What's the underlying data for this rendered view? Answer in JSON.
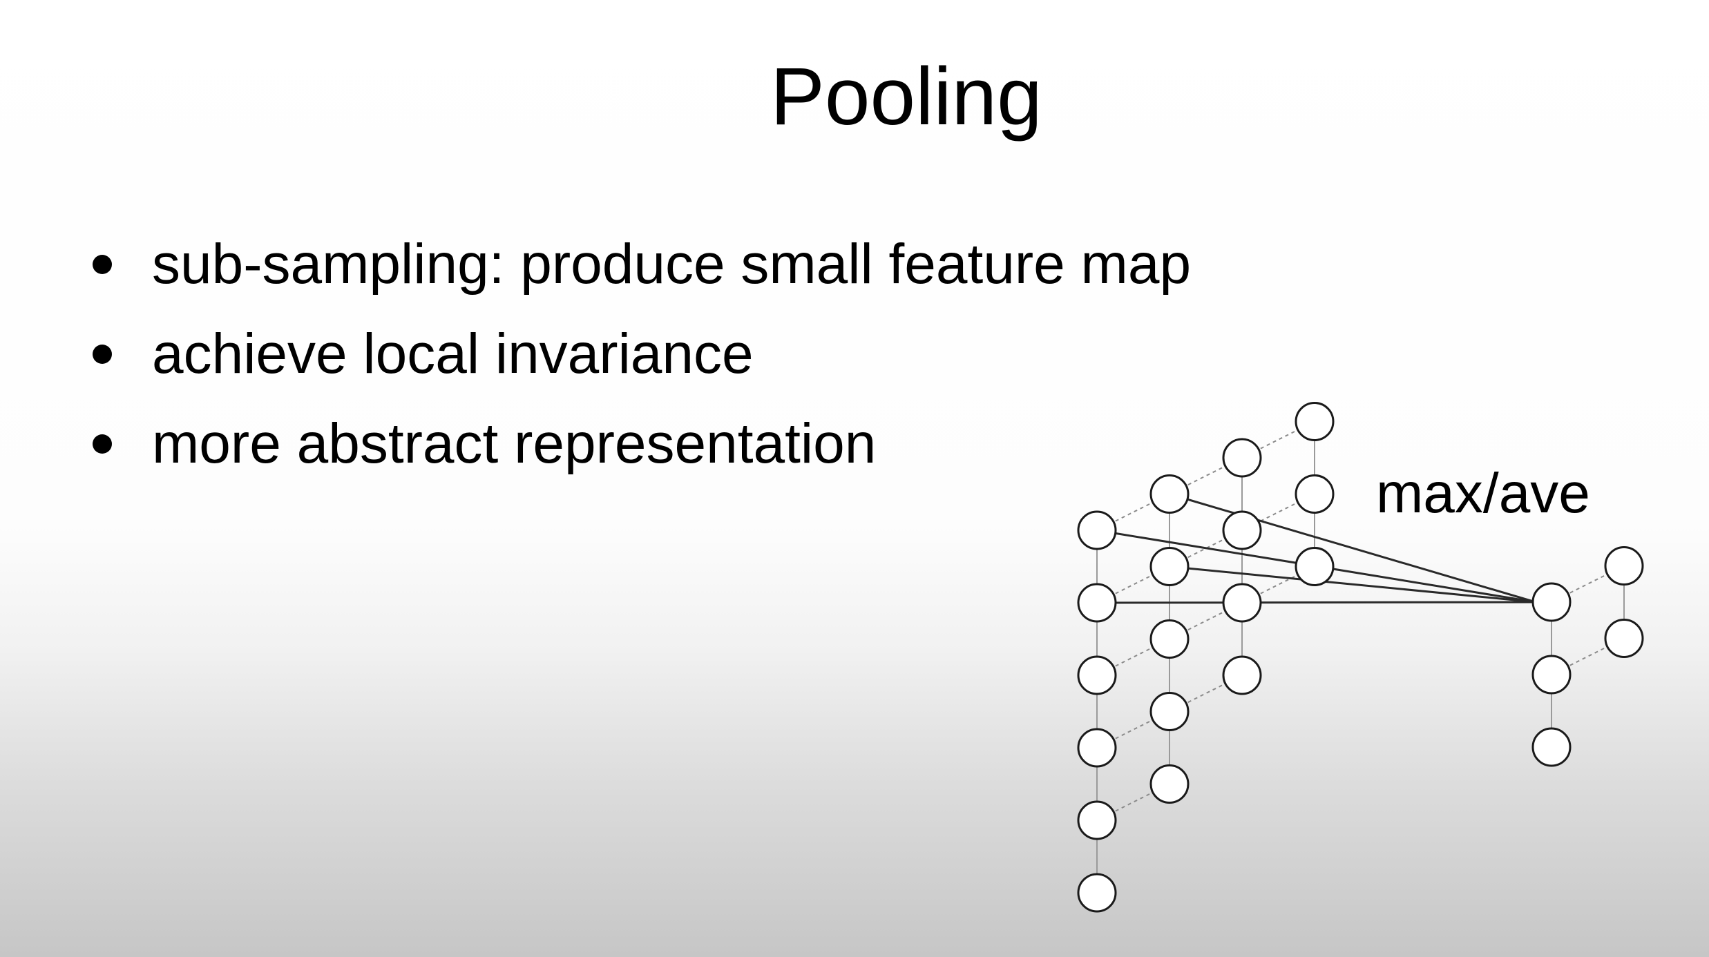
{
  "slide": {
    "title": "Pooling",
    "bullets": [
      "sub-sampling: produce small feature map",
      "achieve local invariance",
      "more abstract representation"
    ]
  },
  "diagram": {
    "operation_label": "max/ave",
    "input_layer": {
      "columns": 4,
      "rows_per_column": [
        6,
        5,
        4,
        3
      ]
    },
    "output_layer": {
      "columns": 2,
      "rows_per_column": [
        3,
        2
      ]
    },
    "pooling_window": {
      "column_sizes": [
        2,
        2
      ]
    },
    "colors": {
      "node_stroke": "#1a1a1a",
      "connection": "#2a2a2a",
      "guide": "#9a9a9a"
    }
  }
}
